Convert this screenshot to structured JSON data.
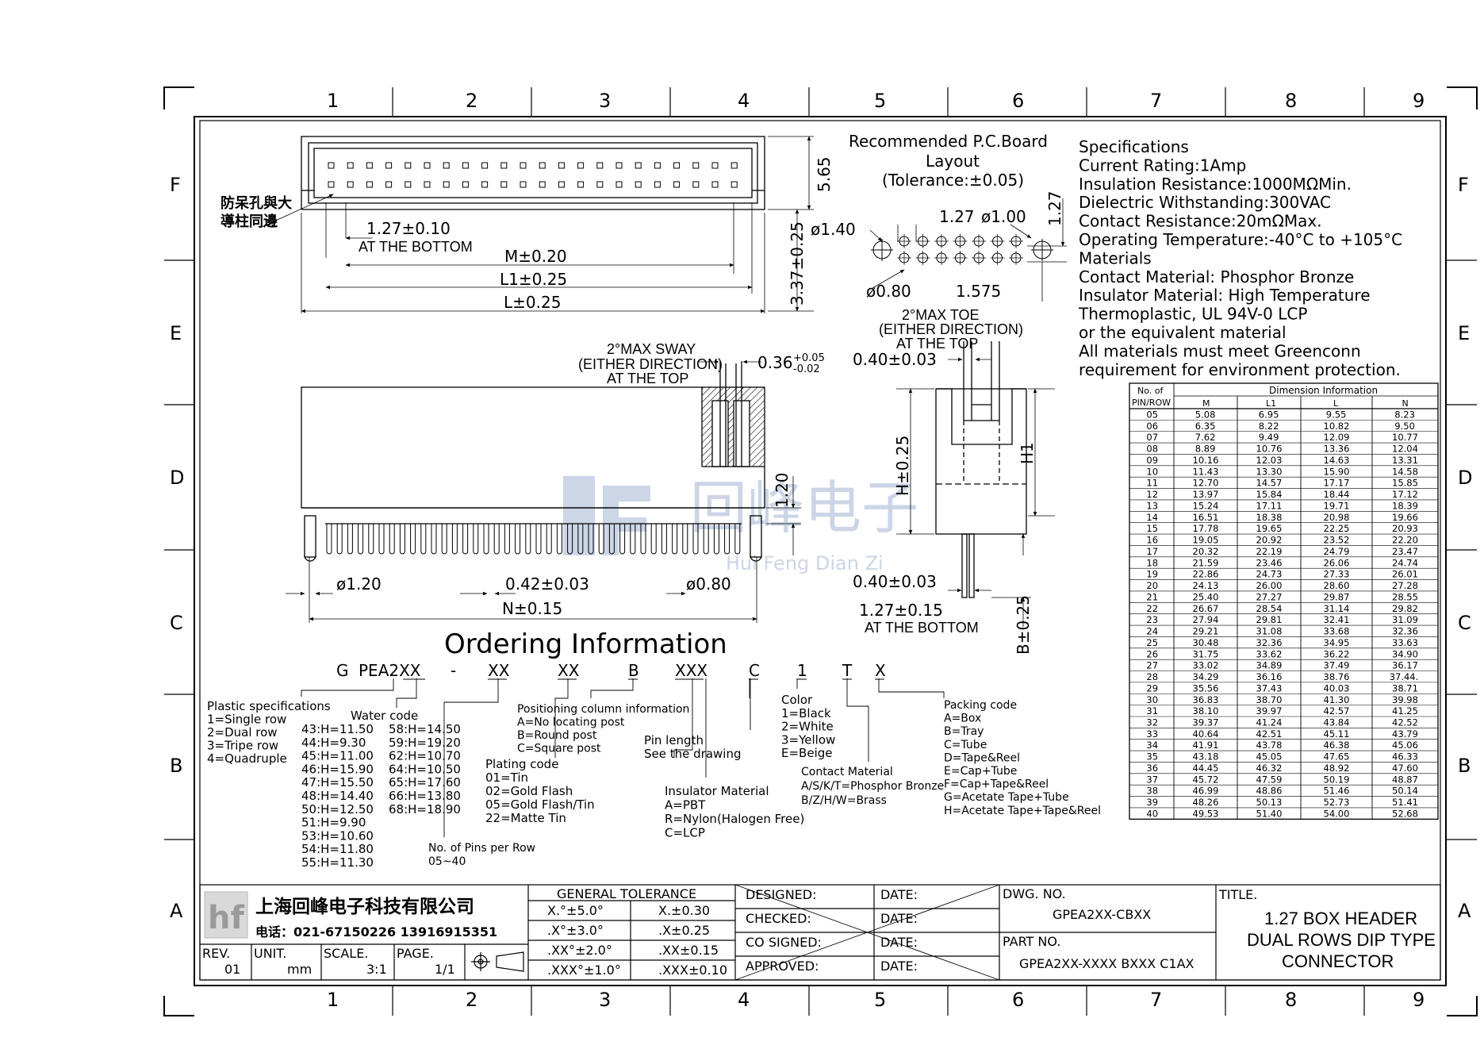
{
  "grid": {
    "cols": [
      "1",
      "2",
      "3",
      "4",
      "5",
      "6",
      "7",
      "8",
      "9"
    ],
    "rows": [
      "F",
      "E",
      "D",
      "C",
      "B",
      "A"
    ]
  },
  "top_view": {
    "note_cn_1": "防呆孔與大",
    "note_cn_2": "導柱同邊",
    "pitch": "1.27±0.10",
    "pitch_note": "AT THE BOTTOM",
    "dim_m": "M±0.20",
    "dim_l1": "L1±0.25",
    "dim_l": "L±0.25",
    "dim_565": "5.65",
    "dim_337": "3.37±0.25"
  },
  "pcb": {
    "title_1": "Recommended P.C.Board",
    "title_2": "Layout",
    "title_3": "(Tolerance:±0.05)",
    "d127": "1.27",
    "d100": "ø1.00",
    "d127v": "1.27",
    "d140": "ø1.40",
    "d080": "ø0.80",
    "d1575": "1.575"
  },
  "specs": {
    "lines": [
      "Specifications",
      "Current Rating:1Amp",
      "Insulation Resistance:1000MΩMin.",
      "Dielectric Withstanding:300VAC",
      "Contact Resistance:20mΩMax.",
      "Operating Temperature:-40°C to +105°C",
      "Materials",
      "Contact Material: Phosphor Bronze",
      "Insulator Material: High Temperature",
      "Thermoplastic, UL 94V-0 LCP",
      "or the equivalent material",
      "All materials must meet Greenconn",
      "requirement for environment protection."
    ]
  },
  "front_view": {
    "sway_1": "2°MAX SWAY",
    "sway_2": "(EITHER DIRECTION)",
    "sway_3": "AT THE TOP",
    "d036": "0.36",
    "d036_tol_up": "+0.05",
    "d036_tol_dn": "-0.02",
    "d120v": "1.20",
    "d120": "ø1.20",
    "d042": "0.42±0.03",
    "d080": "ø0.80",
    "dim_n": "N±0.15"
  },
  "side_view": {
    "toe_1": "2°MAX TOE",
    "toe_2": "(EITHER DIRECTION)",
    "toe_3": "AT THE TOP",
    "d040_top": "0.40±0.03",
    "dh": "H±0.25",
    "dh1": "H1",
    "d040_bot": "0.40±0.03",
    "d127": "1.27±0.15",
    "d127_note": "AT THE BOTTOM",
    "db": "B±0.25"
  },
  "watermark": {
    "cn": "回峰电子",
    "en": "Hui Feng Dian Zi"
  },
  "ordering": {
    "title": "Ordering Information",
    "code_parts": [
      "G",
      "PEA2XX",
      "-",
      "XX",
      "XX",
      "B",
      "XXX",
      "C",
      "1",
      "T",
      "X"
    ],
    "plastic": [
      "Plastic specifications",
      "1=Single row",
      "2=Dual row",
      "3=Tripe row",
      "4=Quadruple"
    ],
    "water_title": "Water code",
    "water_left": [
      "43:H=11.50",
      "44:H=9.30",
      "45:H=11.00",
      "46:H=15.90",
      "47:H=15.50",
      "48:H=14.40",
      "50:H=12.50",
      "51:H=9.90",
      "53:H=10.60",
      "54:H=11.80",
      "55:H=11.30"
    ],
    "water_right": [
      "58:H=14.50",
      "59:H=19.20",
      "62:H=10.70",
      "64:H=10.50",
      "65:H=17.60",
      "66:H=13.80",
      "68:H=18.90"
    ],
    "pins": [
      "No. of Pins per Row",
      "05~40"
    ],
    "positioning": [
      "Positioning column information",
      "A=No locating post",
      "B=Round post",
      "C=Square post"
    ],
    "plating": [
      "Plating code",
      "01=Tin",
      "02=Gold Flash",
      "05=Gold Flash/Tin",
      "22=Matte Tin"
    ],
    "pinlen": [
      "Pin length",
      "See the drawing"
    ],
    "insulator": [
      "Insulator Material",
      "A=PBT",
      "R=Nylon(Halogen Free)",
      "C=LCP"
    ],
    "color": [
      "Color",
      "1=Black",
      "2=White",
      "3=Yellow",
      "E=Beige"
    ],
    "contact": [
      "Contact Material",
      "A/S/K/T=Phosphor Bronze",
      "B/Z/H/W=Brass"
    ],
    "packing": [
      "Packing code",
      "A=Box",
      "B=Tray",
      "C=Tube",
      "D=Tape&Reel",
      "E=Cap+Tube",
      "F=Cap+Tape&Reel",
      "G=Acetate Tape+Tube",
      "H=Acetate Tape+Tape&Reel"
    ]
  },
  "dim_table": {
    "title": "Dimension Information",
    "head_1": "No. of",
    "head_2": "PIN/ROW",
    "columns": [
      "M",
      "L1",
      "L",
      "N"
    ],
    "rows": [
      [
        "05",
        "5.08",
        "6.95",
        "9.55",
        "8.23"
      ],
      [
        "06",
        "6.35",
        "8.22",
        "10.82",
        "9.50"
      ],
      [
        "07",
        "7.62",
        "9.49",
        "12.09",
        "10.77"
      ],
      [
        "08",
        "8.89",
        "10.76",
        "13.36",
        "12.04"
      ],
      [
        "09",
        "10.16",
        "12.03",
        "14.63",
        "13.31"
      ],
      [
        "10",
        "11.43",
        "13.30",
        "15.90",
        "14.58"
      ],
      [
        "11",
        "12.70",
        "14.57",
        "17.17",
        "15.85"
      ],
      [
        "12",
        "13.97",
        "15.84",
        "18.44",
        "17.12"
      ],
      [
        "13",
        "15.24",
        "17.11",
        "19.71",
        "18.39"
      ],
      [
        "14",
        "16.51",
        "18.38",
        "20.98",
        "19.66"
      ],
      [
        "15",
        "17.78",
        "19.65",
        "22.25",
        "20.93"
      ],
      [
        "16",
        "19.05",
        "20.92",
        "23.52",
        "22.20"
      ],
      [
        "17",
        "20.32",
        "22.19",
        "24.79",
        "23.47"
      ],
      [
        "18",
        "21.59",
        "23.46",
        "26.06",
        "24.74"
      ],
      [
        "19",
        "22.86",
        "24.73",
        "27.33",
        "26.01"
      ],
      [
        "20",
        "24.13",
        "26.00",
        "28.60",
        "27.28"
      ],
      [
        "21",
        "25.40",
        "27.27",
        "29.87",
        "28.55"
      ],
      [
        "22",
        "26.67",
        "28.54",
        "31.14",
        "29.82"
      ],
      [
        "23",
        "27.94",
        "29.81",
        "32.41",
        "31.09"
      ],
      [
        "24",
        "29.21",
        "31.08",
        "33.68",
        "32.36"
      ],
      [
        "25",
        "30.48",
        "32.36",
        "34.95",
        "33.63"
      ],
      [
        "26",
        "31.75",
        "33.62",
        "36.22",
        "34.90"
      ],
      [
        "27",
        "33.02",
        "34.89",
        "37.49",
        "36.17"
      ],
      [
        "28",
        "34.29",
        "36.16",
        "38.76",
        "37.44."
      ],
      [
        "29",
        "35.56",
        "37.43",
        "40.03",
        "38.71"
      ],
      [
        "30",
        "36.83",
        "38.70",
        "41.30",
        "39.98"
      ],
      [
        "31",
        "38.10",
        "39.97",
        "42.57",
        "41.25"
      ],
      [
        "32",
        "39.37",
        "41.24",
        "43.84",
        "42.52"
      ],
      [
        "33",
        "40.64",
        "42.51",
        "45.11",
        "43.79"
      ],
      [
        "34",
        "41.91",
        "43.78",
        "46.38",
        "45.06"
      ],
      [
        "35",
        "43.18",
        "45.05",
        "47.65",
        "46.33"
      ],
      [
        "36",
        "44.45",
        "46.32",
        "48.92",
        "47.60"
      ],
      [
        "37",
        "45.72",
        "47.59",
        "50.19",
        "48.87"
      ],
      [
        "38",
        "46.99",
        "48.86",
        "51.46",
        "50.14"
      ],
      [
        "39",
        "48.26",
        "50.13",
        "52.73",
        "51.41"
      ],
      [
        "40",
        "49.53",
        "51.40",
        "54.00",
        "52.68"
      ]
    ]
  },
  "title_block": {
    "company": "上海回峰电子科技有限公司",
    "phone": "电话：021-67150226  13916915351",
    "rev_label": "REV.",
    "rev": "01",
    "unit_label": "UNIT.",
    "unit": "mm",
    "scale_label": "SCALE.",
    "scale": "3:1",
    "page_label": "PAGE.",
    "page": "1/1",
    "tol_title": "GENERAL TOLERANCE",
    "tol_rows": [
      [
        "X.°±5.0°",
        "X.±0.30"
      ],
      [
        ".X°±3.0°",
        ".X±0.25"
      ],
      [
        ".XX°±2.0°",
        ".XX±0.15"
      ],
      [
        ".XXX°±1.0°",
        ".XXX±0.10"
      ]
    ],
    "sign_rows": [
      "DESIGNED:",
      "CHECKED:",
      "CO SIGNED:",
      "APPROVED:"
    ],
    "date_label": "DATE:",
    "dwg_label": "DWG. NO.",
    "dwg_no": "GPEA2XX-CBXX",
    "part_label": "PART NO.",
    "part_no": "GPEA2XX-XXXX BXXX C1AX",
    "title_label": "TITLE.",
    "title_lines": [
      "1.27 BOX HEADER",
      "DUAL ROWS DIP TYPE",
      "CONNECTOR"
    ]
  }
}
